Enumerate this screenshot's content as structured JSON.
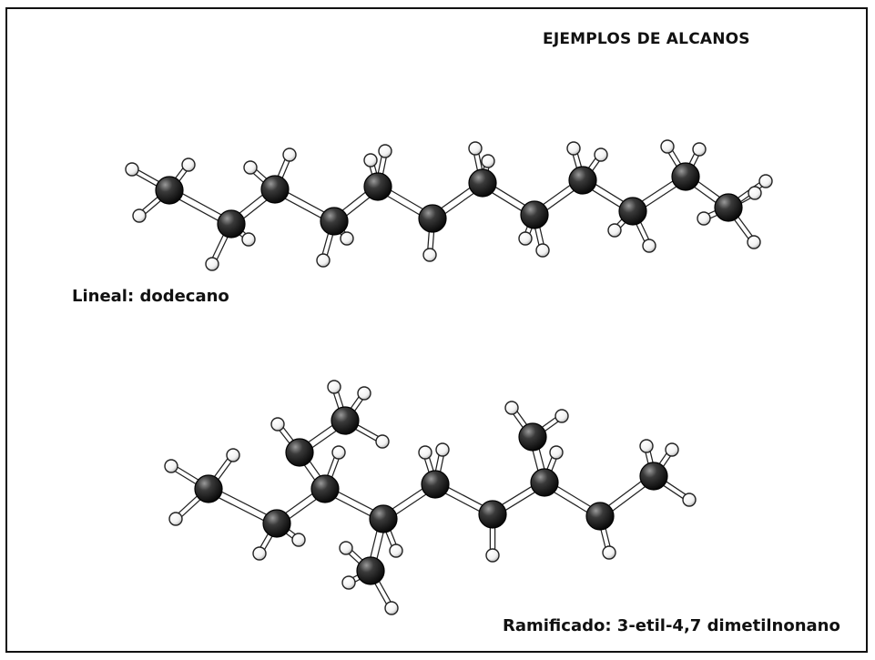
{
  "title": "EJEMPLOS DE ALCANOS",
  "linear": {
    "label": "Lineal:  dodecano",
    "carbon_count": 12
  },
  "branched": {
    "label": "Ramificado: 3-etil-4,7 dimetilnonano",
    "carbon_count": 13
  },
  "colors": {
    "carbon": "#1a1a1a",
    "hydrogen": "#ffffff",
    "bond": "#ffffff",
    "outline": "#222222"
  }
}
